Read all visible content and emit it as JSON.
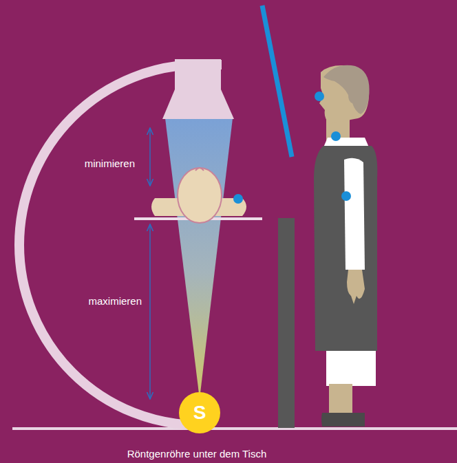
{
  "diagram": {
    "caption": "Röntgenröhre unter dem Tisch",
    "nodes": [
      {
        "text": [
          "S"
        ]
      }
    ],
    "edges": [],
    "labels": [
      "minimieren",
      "maximieren"
    ]
  }
}
